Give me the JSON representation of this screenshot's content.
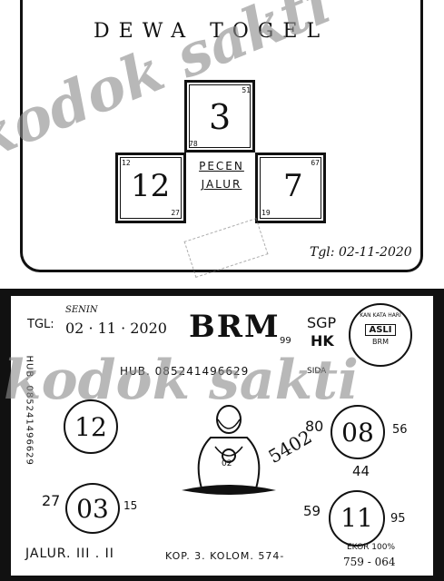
{
  "watermark": "kodok sakti",
  "top": {
    "title": "DEWA TOGEL",
    "boxes": {
      "top": {
        "number": "3",
        "corner_tr": "51",
        "corner_bl": "78"
      },
      "left": {
        "number": "12",
        "corner_tl": "12",
        "corner_br": "27"
      },
      "right": {
        "number": "7",
        "corner_tr": "67",
        "corner_bl": "19"
      }
    },
    "label_line1": "PECEN",
    "label_line2": "JALUR",
    "date": "Tgl: 02-11-2020"
  },
  "bottom": {
    "date_prefix": "TGL:",
    "day": "SENIN",
    "date": "02 · 11 · 2020",
    "brand": "BRM",
    "brand_sub": "99",
    "market1": "SGP",
    "market2": "HK",
    "market3": "SIDA",
    "stamp_top": "KAN KATA HARI",
    "stamp_mid": "ASLI",
    "stamp_bot": "BRM",
    "hub": "HUB. 085241496629",
    "side_phone": "HUB. 085241496629",
    "circles": {
      "top_left": {
        "number": "12"
      },
      "bottom_left": {
        "number": "03",
        "left": "27",
        "right": "15"
      },
      "top_right": {
        "number": "08",
        "left": "80",
        "right": "56",
        "below": "44"
      },
      "bottom_right": {
        "number": "11",
        "left": "59",
        "right": "95"
      }
    },
    "figure_chest": "02",
    "figure_number": "5402",
    "jalur": "JALUR. III . II",
    "kop": "KOP. 3. KOLOM. 574-",
    "ekor": "EKOR 100%",
    "ekor_value": "759 - 064"
  }
}
